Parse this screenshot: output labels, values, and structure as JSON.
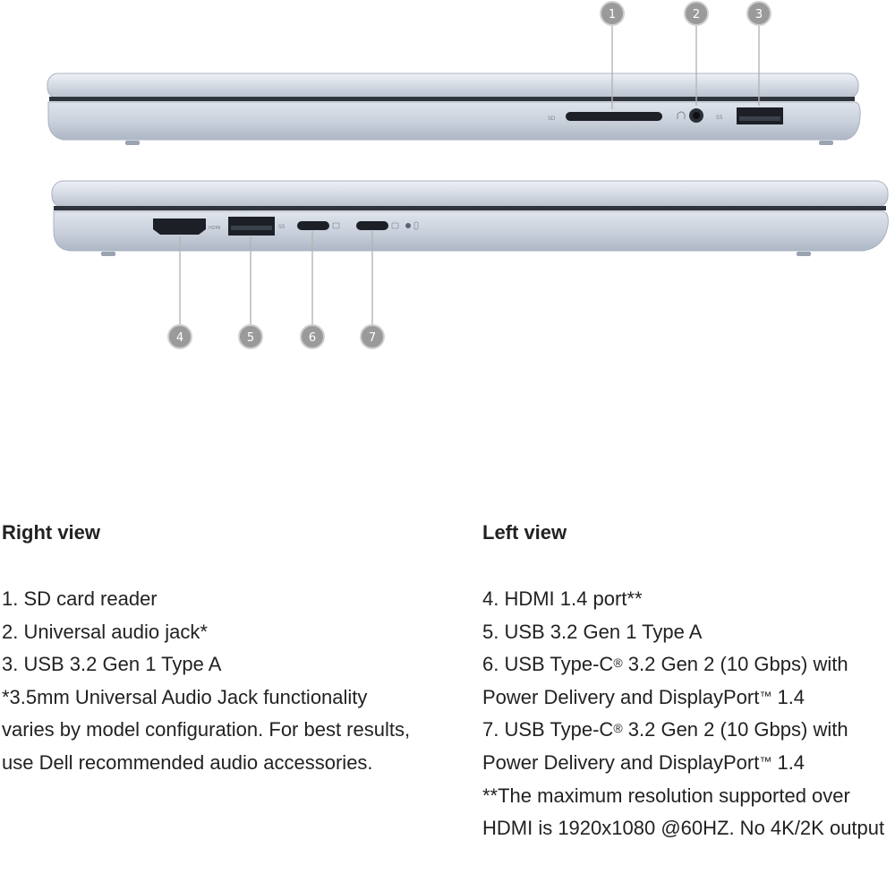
{
  "callouts": [
    "1",
    "2",
    "3",
    "4",
    "5",
    "6",
    "7"
  ],
  "port_labels": {
    "sd": "SD",
    "hdmi": "HDMI",
    "usb": "SS"
  },
  "right_view": {
    "heading": "Right view",
    "items": [
      "1. SD card reader",
      "2. Universal audio jack*",
      "3. USB 3.2 Gen 1 Type A"
    ],
    "note": "*3.5mm Universal Audio Jack functionality varies by model configuration. For best results, use Dell recommended audio accessories."
  },
  "left_view": {
    "heading": "Left view",
    "item4": "4. HDMI 1.4 port**",
    "item5": "5. USB 3.2 Gen 1 Type A",
    "item6_a": "6. USB Type-C",
    "item6_b": " 3.2 Gen 2 (10 Gbps) with",
    "item6_c": "Power Delivery and DisplayPort",
    "item6_d": " 1.4",
    "item7_a": "7. USB Type-C",
    "item7_b": " 3.2 Gen 2 (10 Gbps) with",
    "item7_c": "Power Delivery and DisplayPort",
    "item7_d": " 1.4",
    "registered": "®",
    "trademark": "™",
    "note": "**The maximum resolution supported over HDMI is 1920x1080 @60HZ. No 4K/2K output"
  }
}
